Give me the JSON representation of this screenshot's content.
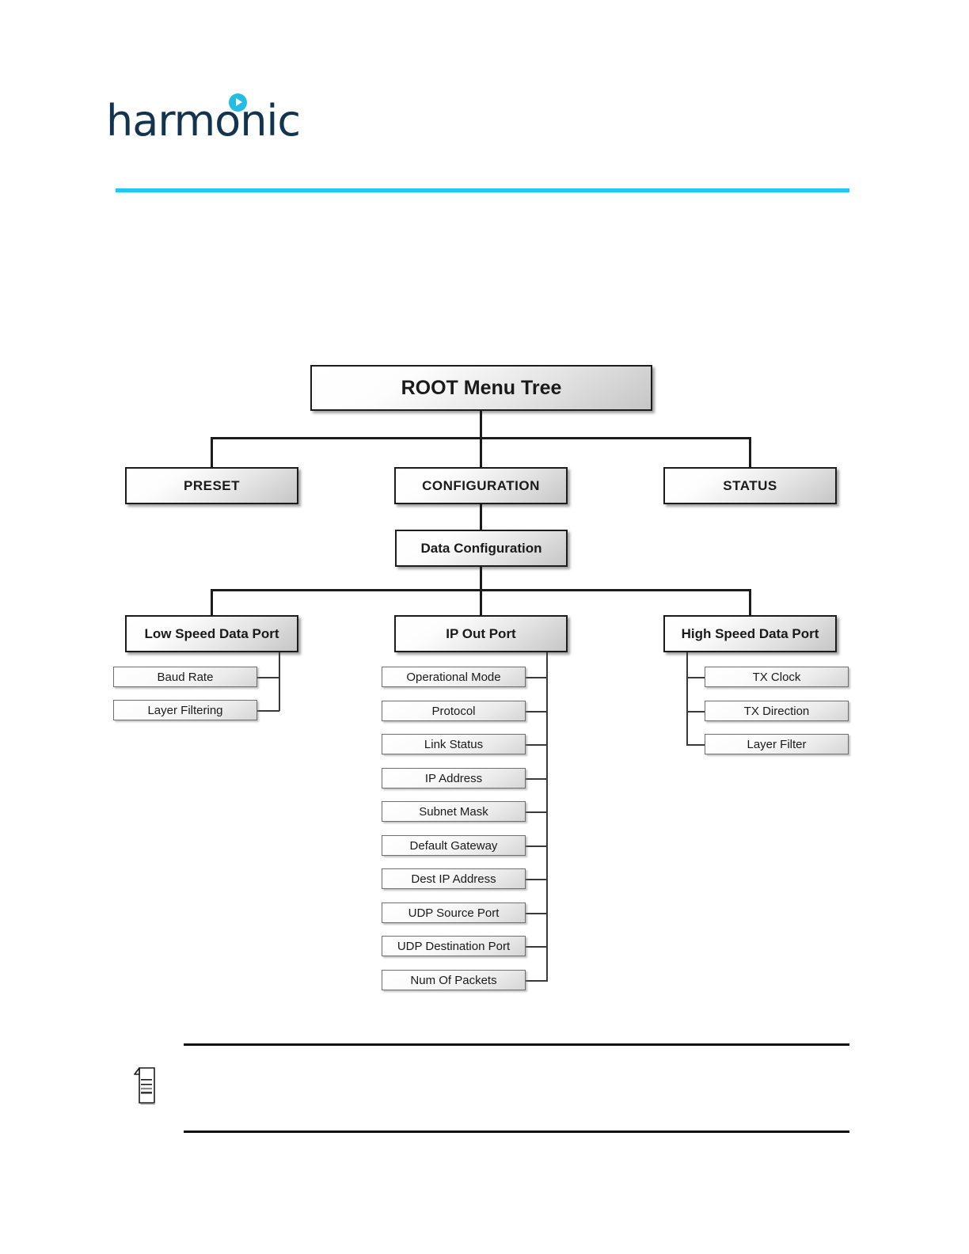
{
  "header": {
    "logo_text": "harmonic",
    "logo_dot_icon": "play-circle-icon",
    "accent_color": "#20c8f4",
    "logo_color": "#13344f"
  },
  "diagram": {
    "type": "tree",
    "root": {
      "label": "ROOT Menu Tree"
    },
    "level2": [
      {
        "label": "PRESET"
      },
      {
        "label": "CONFIGURATION"
      },
      {
        "label": "STATUS"
      }
    ],
    "level3": [
      {
        "label": "Data Configuration"
      }
    ],
    "level4": [
      {
        "label": "Low Speed Data Port"
      },
      {
        "label": "IP Out Port"
      },
      {
        "label": "High Speed Data Port"
      }
    ],
    "low_speed_leaves": [
      {
        "label": "Baud Rate"
      },
      {
        "label": "Layer Filtering"
      }
    ],
    "ip_out_leaves": [
      {
        "label": "Operational Mode"
      },
      {
        "label": "Protocol"
      },
      {
        "label": "Link Status"
      },
      {
        "label": "IP Address"
      },
      {
        "label": "Subnet Mask"
      },
      {
        "label": "Default Gateway"
      },
      {
        "label": "Dest IP Address"
      },
      {
        "label": "UDP Source Port"
      },
      {
        "label": "UDP Destination Port"
      },
      {
        "label": "Num Of Packets"
      }
    ],
    "high_speed_leaves": [
      {
        "label": "TX Clock"
      },
      {
        "label": "TX Direction"
      },
      {
        "label": "Layer Filter"
      }
    ]
  },
  "note": {
    "icon": "note-document-icon",
    "text": ""
  }
}
